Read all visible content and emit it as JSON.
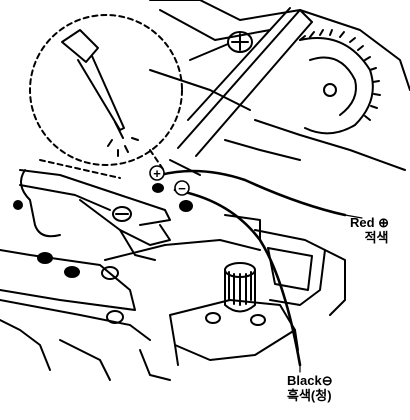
{
  "labels": {
    "red": {
      "en": "Red ⊕",
      "ko": "적색"
    },
    "black": {
      "en": "Black⊖",
      "ko": "흑색(청)"
    },
    "plus_symbol": "+",
    "minus_symbol": "−"
  },
  "colors": {
    "ink": "#000000",
    "paper": "#ffffff"
  }
}
